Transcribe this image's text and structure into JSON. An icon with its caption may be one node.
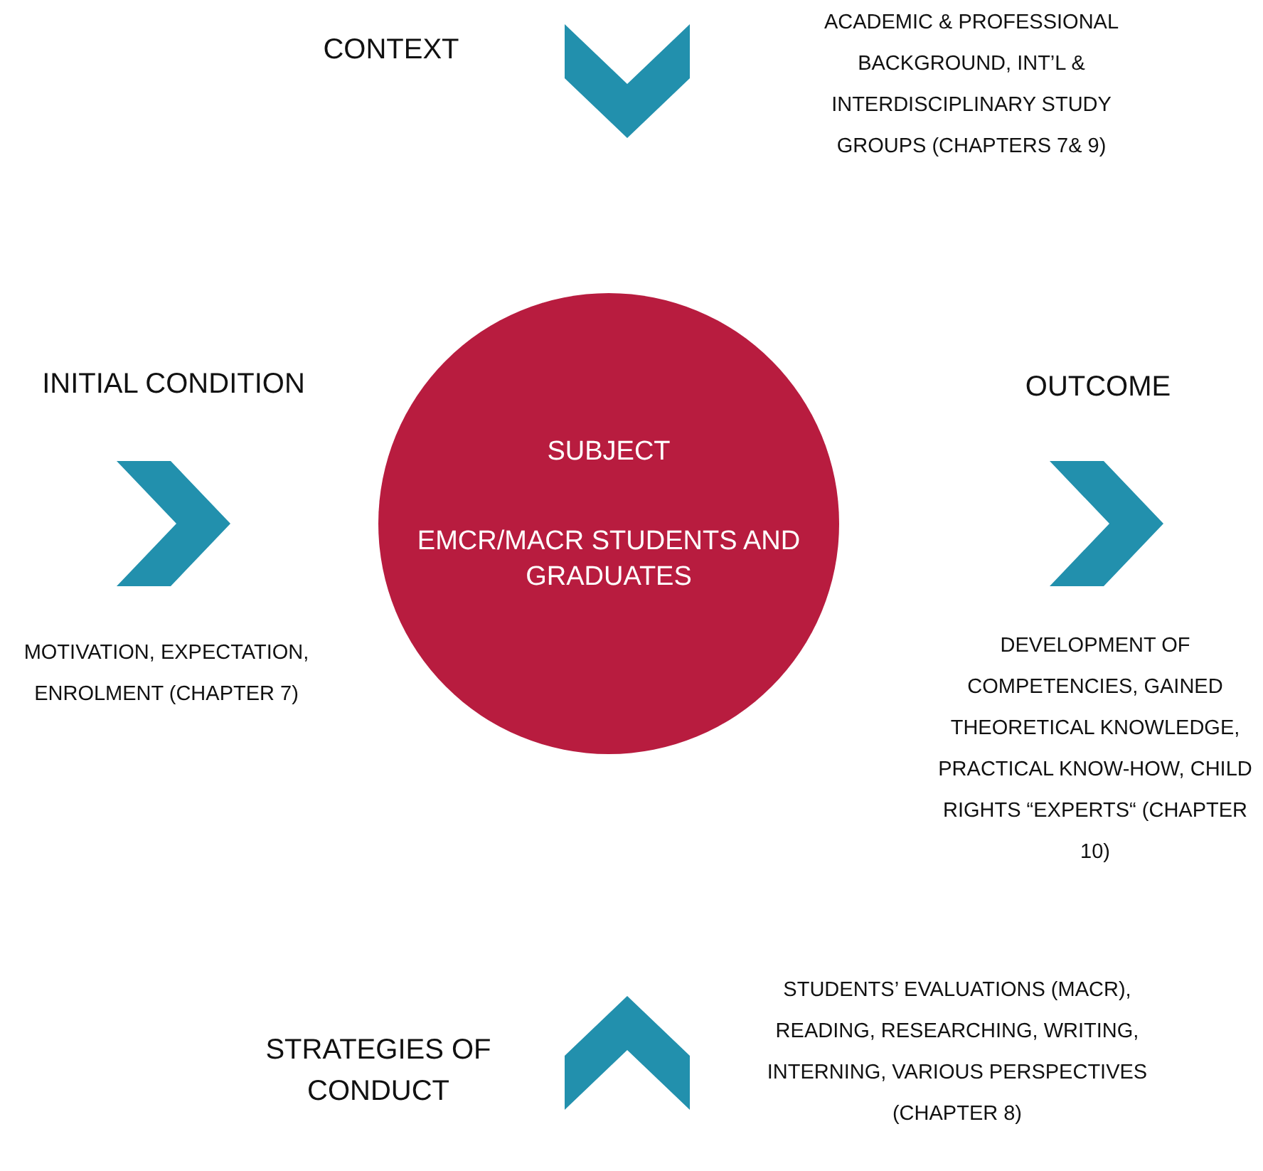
{
  "diagram": {
    "nodes": [
      {
        "text": [
          "SUBJECT",
          "EMCR/MACR STUDENTS AND GRADUATES"
        ]
      }
    ],
    "labels": [
      "CONTEXT",
      "ACADEMIC & PROFESSIONAL BACKGROUND, INT’L & INTERDISCIPLINARY STUDY GROUPS (CHAPTERS 7& 9)",
      "INITIAL CONDITION",
      "OUTCOME",
      "MOTIVATION, EXPECTATION, ENROLMENT (CHAPTER 7)",
      "DEVELOPMENT OF COMPETENCIES, GAINED THEORETICAL KNOWLEDGE, PRACTICAL KNOW-HOW, CHILD RIGHTS “EXPERTS“ (CHAPTER 10)",
      "STUDENTS’ EVALUATIONS (MACR), READING, RESEARCHING, WRITING, INTERNING, VARIOUS PERSPECTIVES (CHAPTER 8)",
      "STRATEGIES OF CONDUCT"
    ]
  }
}
